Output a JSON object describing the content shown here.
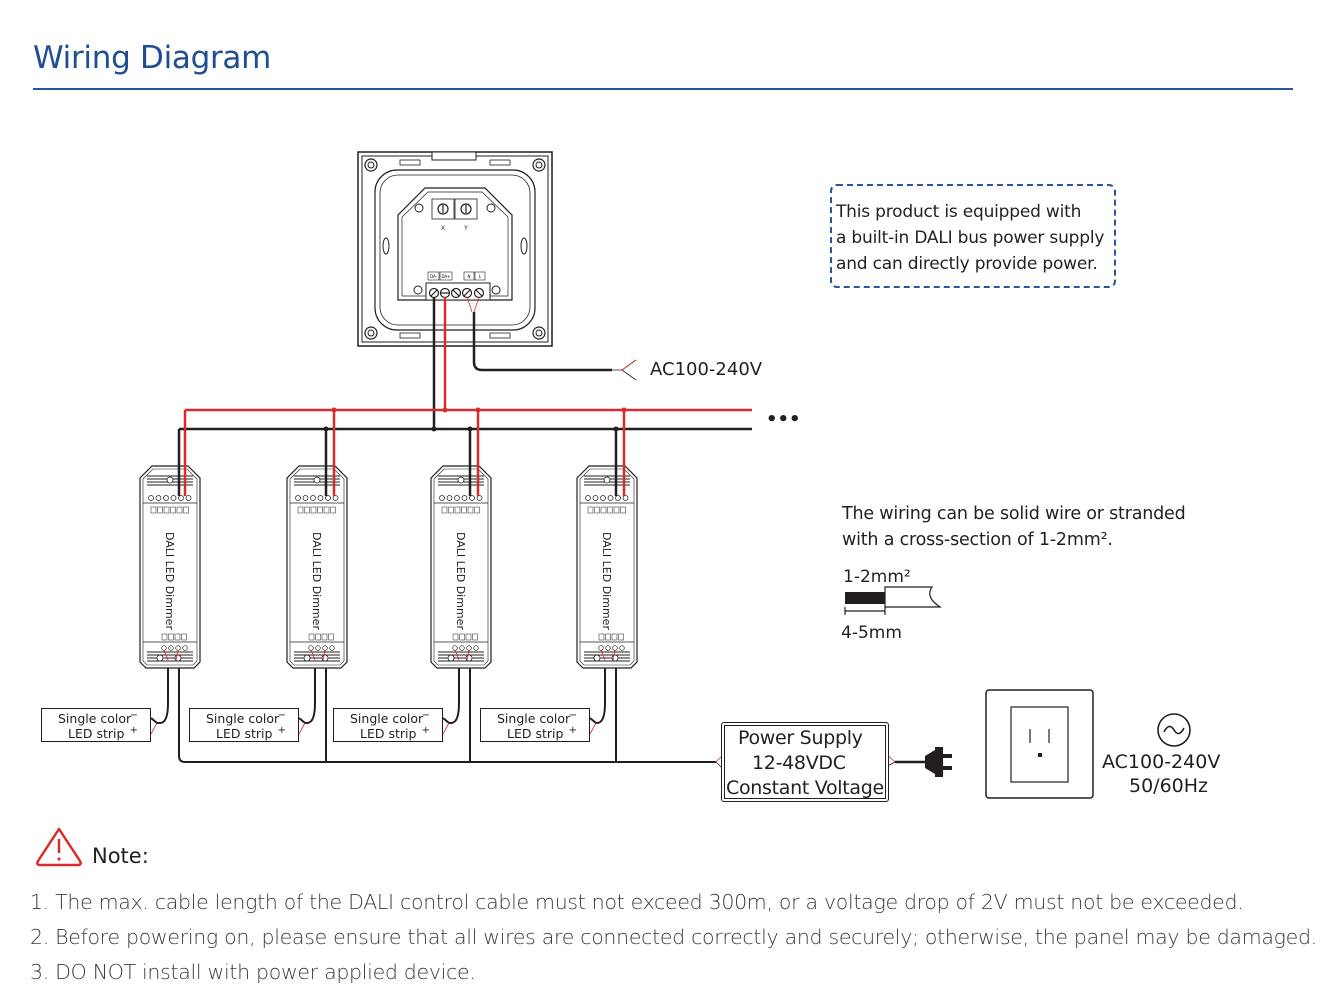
{
  "header": {
    "title": "Wiring Diagram",
    "accent_color": "#1f4e92"
  },
  "panel": {
    "rotary_labels": [
      "X",
      "Y"
    ],
    "terminal_labels": [
      "DA-",
      "DA+",
      "N",
      "L"
    ],
    "mains_label": "AC100-240V"
  },
  "info_box": {
    "lines": [
      "This product is equipped with",
      "a built-in DALI bus power supply",
      "and can directly provide power."
    ]
  },
  "bus": {
    "continuation": "•••",
    "dali_color": "#d92b2b",
    "neutral_color": "#231f20"
  },
  "dimmers": [
    {
      "label": "DALI LED Dimmer"
    },
    {
      "label": "DALI LED Dimmer"
    },
    {
      "label": "DALI LED Dimmer"
    },
    {
      "label": "DALI LED Dimmer"
    }
  ],
  "led_strips": [
    {
      "line1": "Single color",
      "line2": "LED strip",
      "minus": "−",
      "plus": "+"
    },
    {
      "line1": "Single color",
      "line2": "LED strip",
      "minus": "−",
      "plus": "+"
    },
    {
      "line1": "Single color",
      "line2": "LED strip",
      "minus": "−",
      "plus": "+"
    },
    {
      "line1": "Single color",
      "line2": "LED strip",
      "minus": "−",
      "plus": "+"
    }
  ],
  "wire_spec": {
    "line1": "The wiring can be solid wire or stranded",
    "line2": "with a cross-section of 1-2mm².",
    "cross_section": "1-2mm²",
    "strip_length": "4-5mm"
  },
  "power_supply": {
    "line1": "Power Supply",
    "line2": "12-48VDC",
    "line3": "Constant Voltage"
  },
  "mains": {
    "voltage": "AC100-240V",
    "frequency": "50/60Hz"
  },
  "note": {
    "heading": "Note:",
    "warning_color": "#d92b2b",
    "items": [
      "1. The max. cable length of the DALI control cable must not exceed 300m, or a voltage drop of 2V must not be exceeded.",
      "2. Before powering on, please ensure that all wires are connected correctly and securely; otherwise, the panel may be damaged.",
      "3. DO NOT install with power applied device."
    ]
  }
}
